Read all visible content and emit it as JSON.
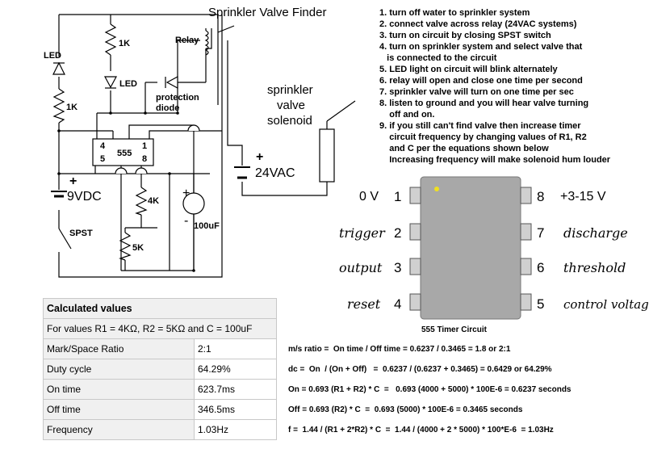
{
  "title": "Sprinkler Valve Finder",
  "steps": [
    "1. turn off water to sprinkler system",
    "2. connect valve across relay (24VAC systems)",
    "3. turn on circuit by closing SPST switch",
    "4. turn on sprinkler system and select valve that",
    "   is connected to the circuit",
    "5. LED light on circuit will blink alternately",
    "6. relay will open and close one time per second",
    "7. sprinkler valve will turn on one time per sec",
    "8. listen to ground and you will hear valve turning",
    "    off and on.",
    "9. if you still can't find valve then increase timer",
    "    circuit frequency by changing values of R1, R2",
    "    and C per the equations shown below",
    "    Increasing frequency will make solenoid hum louder"
  ],
  "schematic": {
    "led_left": "LED",
    "led_right": "LED",
    "r_1k_top": "1K",
    "r_1k_left": "1K",
    "relay": "Relay",
    "protection": "protection",
    "diode": "diode",
    "chip": "555",
    "pin4": "4",
    "pin1": "1",
    "pin5": "5",
    "pin8": "8",
    "r_4k": "4K",
    "r_5k": "5K",
    "cap": "100uF",
    "battery": "9VDC",
    "switch": "SPST",
    "source": "24VAC",
    "solenoid": [
      "sprinkler",
      "valve",
      "solenoid"
    ],
    "plus": "+",
    "minus": "-"
  },
  "ic": {
    "caption": "555 Timer Circuit",
    "pins_left": [
      {
        "num": "1",
        "label": "0 V"
      },
      {
        "num": "2",
        "label": "trigger"
      },
      {
        "num": "3",
        "label": "output"
      },
      {
        "num": "4",
        "label": "reset"
      }
    ],
    "pins_right": [
      {
        "num": "8",
        "label": "+3-15 V"
      },
      {
        "num": "7",
        "label": "discharge"
      },
      {
        "num": "6",
        "label": "threshold"
      },
      {
        "num": "5",
        "label": "control voltage"
      }
    ]
  },
  "calc": {
    "header": "Calculated values",
    "subheader": "For values R1 = 4KΩ, R2 = 5KΩ and C = 100uF",
    "rows": [
      {
        "label": "Mark/Space Ratio",
        "value": "2:1"
      },
      {
        "label": "Duty cycle",
        "value": "64.29%"
      },
      {
        "label": "On time",
        "value": "623.7ms"
      },
      {
        "label": "Off time",
        "value": "346.5ms"
      },
      {
        "label": "Frequency",
        "value": "1.03Hz"
      }
    ]
  },
  "equations": [
    "m/s ratio =  On time / Off time = 0.6237 / 0.3465 = 1.8 or 2:1",
    "dc =  On  / (On + Off)   =  0.6237 / (0.6237 + 0.3465) = 0.6429 or 64.29%",
    "On = 0.693 (R1 + R2) * C  =   0.693 (4000 + 5000) * 100E-6 = 0.6237 seconds",
    "Off = 0.693 (R2) * C  =  0.693 (5000) * 100E-6 = 0.3465 seconds",
    "f =  1.44 / (R1 + 2*R2) * C  =  1.44 / (4000 + 2 * 5000) * 100*E-6  = 1.03Hz"
  ],
  "colors": {
    "ic_body": "#a8a8a8",
    "pin_fill": "#d0d0d0",
    "dot": "#f0e020"
  }
}
